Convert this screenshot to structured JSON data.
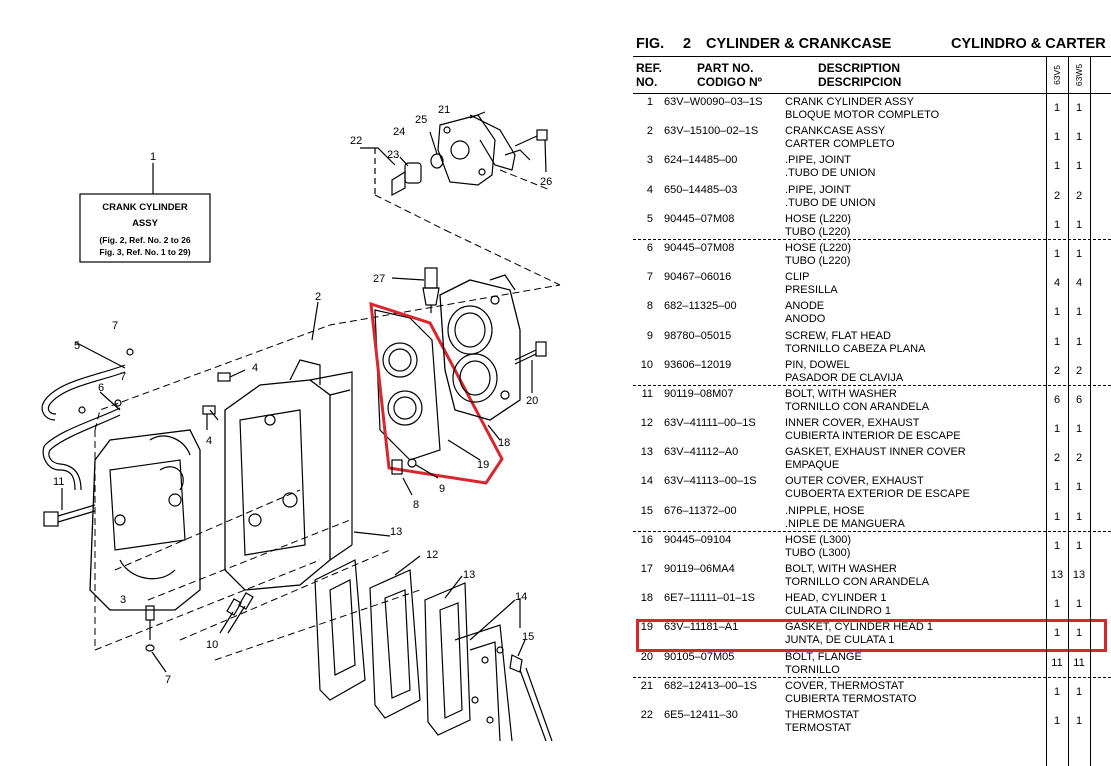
{
  "figure": {
    "label": "FIG.",
    "number": "2",
    "title_en": "CYLINDER & CRANKCASE",
    "title_es": "CYLINDRO & CARTER"
  },
  "table_header": {
    "ref_line1": "REF.",
    "ref_line2": "NO.",
    "part_line1": "PART NO.",
    "part_line2": "CODIGO Nº",
    "desc_line1": "DESCRIPTION",
    "desc_line2": "DESCRIPCION",
    "model_a": "63V5",
    "model_b": "63W5"
  },
  "parts": [
    {
      "ref": "1",
      "part_no": "63V–W0090–03–1S",
      "desc_en": "CRANK CYLINDER ASSY",
      "desc_es": "BLOQUE MOTOR COMPLETO",
      "qty_a": "1",
      "qty_b": "1"
    },
    {
      "ref": "2",
      "part_no": "63V–15100–02–1S",
      "desc_en": "CRANKCASE ASSY",
      "desc_es": "CARTER COMPLETO",
      "qty_a": "1",
      "qty_b": "1"
    },
    {
      "ref": "3",
      "part_no": "624–14485–00",
      "desc_en": ".PIPE, JOINT",
      "desc_es": ".TUBO  DE UNION",
      "qty_a": "1",
      "qty_b": "1"
    },
    {
      "ref": "4",
      "part_no": "650–14485–03",
      "desc_en": ".PIPE, JOINT",
      "desc_es": ".TUBO  DE UNION",
      "qty_a": "2",
      "qty_b": "2"
    },
    {
      "ref": "5",
      "part_no": "90445–07M08",
      "desc_en": "HOSE (L220)",
      "desc_es": "TUBO (L220)",
      "qty_a": "1",
      "qty_b": "1"
    },
    {
      "ref": "6",
      "part_no": "90445–07M08",
      "desc_en": "HOSE (L220)",
      "desc_es": "TUBO (L220)",
      "qty_a": "1",
      "qty_b": "1"
    },
    {
      "ref": "7",
      "part_no": "90467–06016",
      "desc_en": "CLIP",
      "desc_es": "PRESILLA",
      "qty_a": "4",
      "qty_b": "4"
    },
    {
      "ref": "8",
      "part_no": "682–11325–00",
      "desc_en": "ANODE",
      "desc_es": "ANODO",
      "qty_a": "1",
      "qty_b": "1"
    },
    {
      "ref": "9",
      "part_no": "98780–05015",
      "desc_en": "SCREW, FLAT HEAD",
      "desc_es": "TORNILLO  CABEZA PLANA",
      "qty_a": "1",
      "qty_b": "1"
    },
    {
      "ref": "10",
      "part_no": "93606–12019",
      "desc_en": "PIN, DOWEL",
      "desc_es": "PASADOR DE CLAVIJA",
      "qty_a": "2",
      "qty_b": "2"
    },
    {
      "ref": "11",
      "part_no": "90119–08M07",
      "desc_en": "BOLT, WITH WASHER",
      "desc_es": "TORNILLO CON ARANDELA",
      "qty_a": "6",
      "qty_b": "6"
    },
    {
      "ref": "12",
      "part_no": "63V–41111–00–1S",
      "desc_en": "INNER COVER, EXHAUST",
      "desc_es": "CUBIERTA INTERIOR DE ESCAPE",
      "qty_a": "1",
      "qty_b": "1"
    },
    {
      "ref": "13",
      "part_no": "63V–41112–A0",
      "desc_en": "GASKET, EXHAUST INNER COVER",
      "desc_es": "EMPAQUE",
      "qty_a": "2",
      "qty_b": "2"
    },
    {
      "ref": "14",
      "part_no": "63V–41113–00–1S",
      "desc_en": "OUTER COVER, EXHAUST",
      "desc_es": "CUBOERTA EXTERIOR DE ESCAPE",
      "qty_a": "1",
      "qty_b": "1"
    },
    {
      "ref": "15",
      "part_no": "676–11372–00",
      "desc_en": ".NIPPLE, HOSE",
      "desc_es": ".NIPLE DE MANGUERA",
      "qty_a": "1",
      "qty_b": "1"
    },
    {
      "ref": "16",
      "part_no": "90445–09104",
      "desc_en": "HOSE (L300)",
      "desc_es": "TUBO (L300)",
      "qty_a": "1",
      "qty_b": "1"
    },
    {
      "ref": "17",
      "part_no": "90119–06MA4",
      "desc_en": "BOLT, WITH WASHER",
      "desc_es": "TORNILLO CON ARANDELA",
      "qty_a": "13",
      "qty_b": "13"
    },
    {
      "ref": "18",
      "part_no": "6E7–11111–01–1S",
      "desc_en": "HEAD, CYLINDER 1",
      "desc_es": "CULATA CILINDRO 1",
      "qty_a": "1",
      "qty_b": "1"
    },
    {
      "ref": "19",
      "part_no": "63V–11181–A1",
      "desc_en": "GASKET, CYLINDER HEAD 1",
      "desc_es": "JUNTA, DE CULATA 1",
      "qty_a": "1",
      "qty_b": "1"
    },
    {
      "ref": "20",
      "part_no": "90105–07M05",
      "desc_en": "BOLT, FLANGE",
      "desc_es": "TORNILLO",
      "qty_a": "11",
      "qty_b": "11"
    },
    {
      "ref": "21",
      "part_no": "682–12413–00–1S",
      "desc_en": "COVER, THERMOSTAT",
      "desc_es": "CUBIERTA  TERMOSTATO",
      "qty_a": "1",
      "qty_b": "1"
    },
    {
      "ref": "22",
      "part_no": "6E5–12411–30",
      "desc_en": "THERMOSTAT",
      "desc_es": "TERMOSTAT",
      "qty_a": "1",
      "qty_b": "1"
    }
  ],
  "diagram": {
    "label_box": {
      "line1": "CRANK CYLINDER",
      "line2": "ASSY",
      "line3": "(Fig. 2, Ref. No. 2 to 26",
      "line4": "Fig. 3, Ref. No. 1 to 29)"
    },
    "callouts": {
      "c1": "1",
      "c2": "2",
      "c3": "3",
      "c4a": "4",
      "c4b": "4",
      "c5": "5",
      "c6": "6",
      "c7a": "7",
      "c7b": "7",
      "c7c": "7",
      "c8": "8",
      "c9": "9",
      "c10": "10",
      "c11": "11",
      "c12": "12",
      "c13a": "13",
      "c13b": "13",
      "c14": "14",
      "c15": "15",
      "c18": "18",
      "c19": "19",
      "c20": "20",
      "c21": "21",
      "c22": "22",
      "c23": "23",
      "c24": "24",
      "c25": "25",
      "c26": "26",
      "c27": "27"
    }
  },
  "colors": {
    "highlight": "#d8262e",
    "ink": "#000000"
  },
  "highlighted_ref": "19"
}
